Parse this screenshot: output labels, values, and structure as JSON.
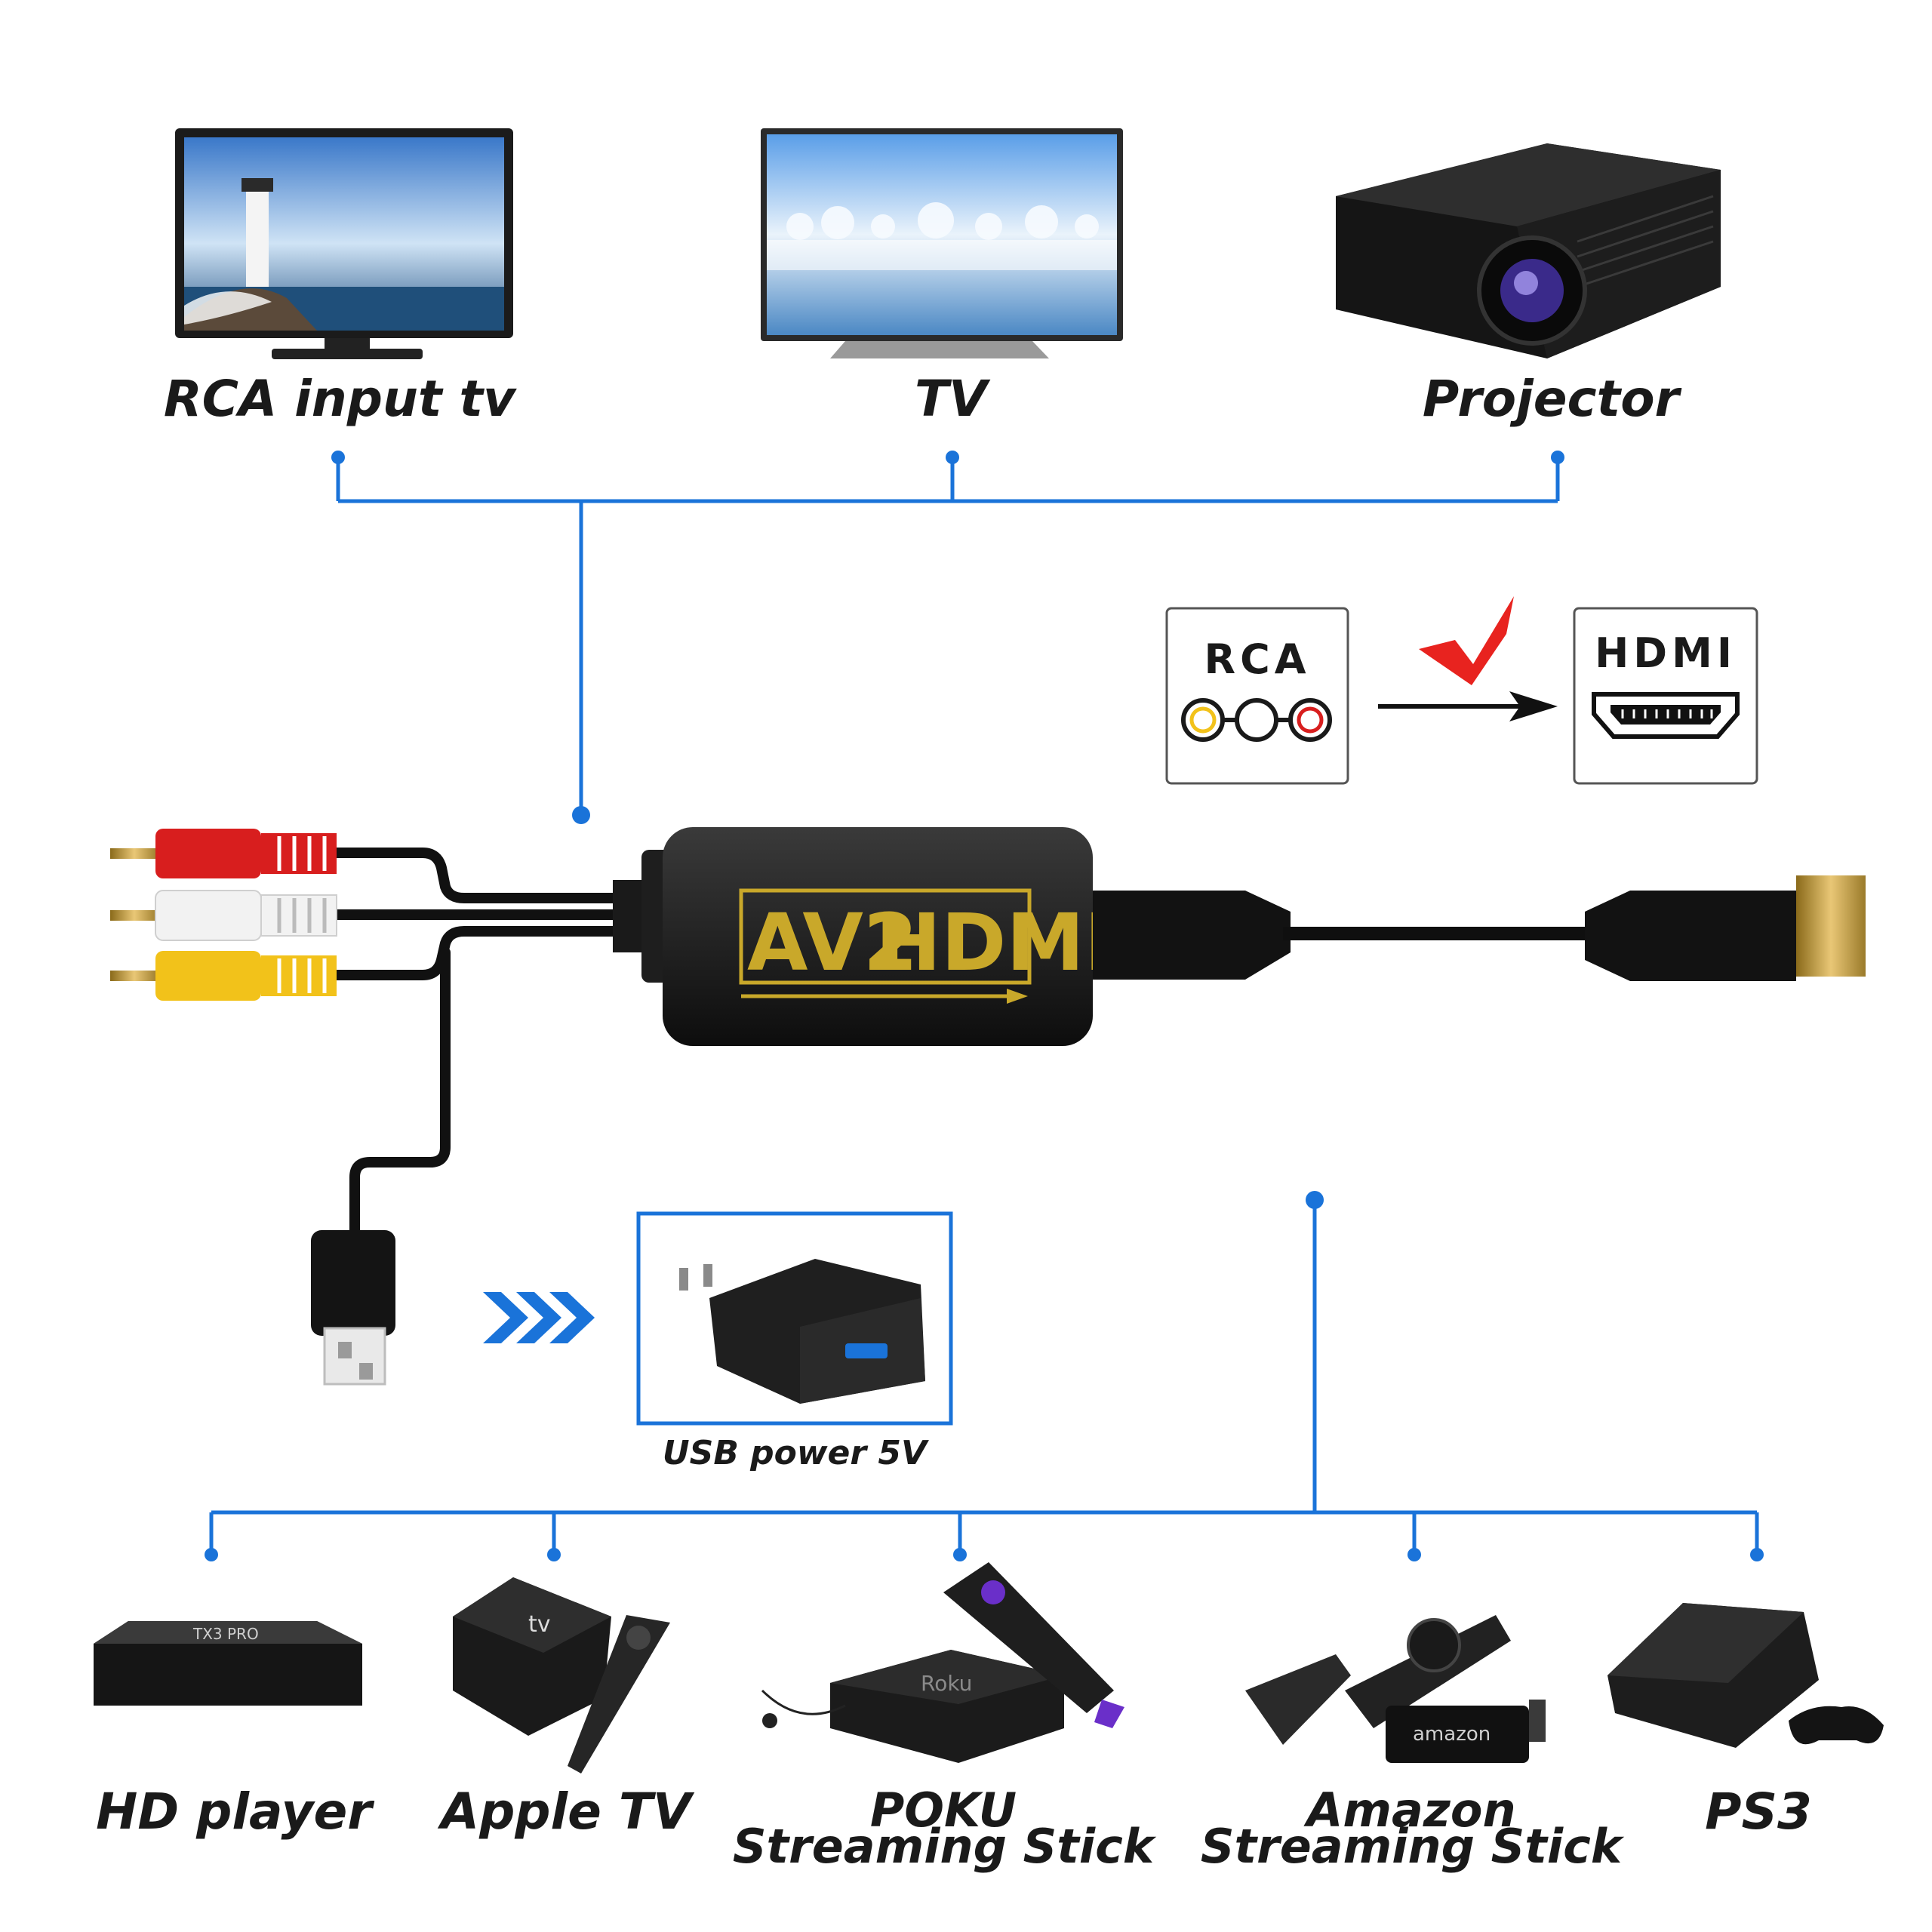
{
  "top_devices": [
    {
      "label": "RCA input tv"
    },
    {
      "label": "TV"
    },
    {
      "label": "Projector"
    }
  ],
  "conversion": {
    "from_label": "RCA",
    "to_label": "HDMI",
    "status_icon": "check-icon"
  },
  "adapter": {
    "brand_left": "AV2",
    "brand_right": "HDMI"
  },
  "power": {
    "label": "USB power 5V"
  },
  "bottom_devices": [
    {
      "label": "HD player",
      "device_text": "TX3 PRO"
    },
    {
      "label": "Apple TV",
      "device_text": "tv"
    },
    {
      "label_line1": "POKU",
      "label_line2": "Streaming Stick",
      "device_text": "Roku"
    },
    {
      "label_line1": "Amazon",
      "label_line2": "Streaming Stick",
      "device_text": "amazon"
    },
    {
      "label": "PS3"
    }
  ],
  "colors": {
    "connector_blue": "#1a73d9",
    "brand_gold": "#c9a82a",
    "check_red": "#e8231f",
    "rca_red": "#d81e1e",
    "rca_white": "#f2f2f2",
    "rca_yellow": "#f2c21a"
  }
}
